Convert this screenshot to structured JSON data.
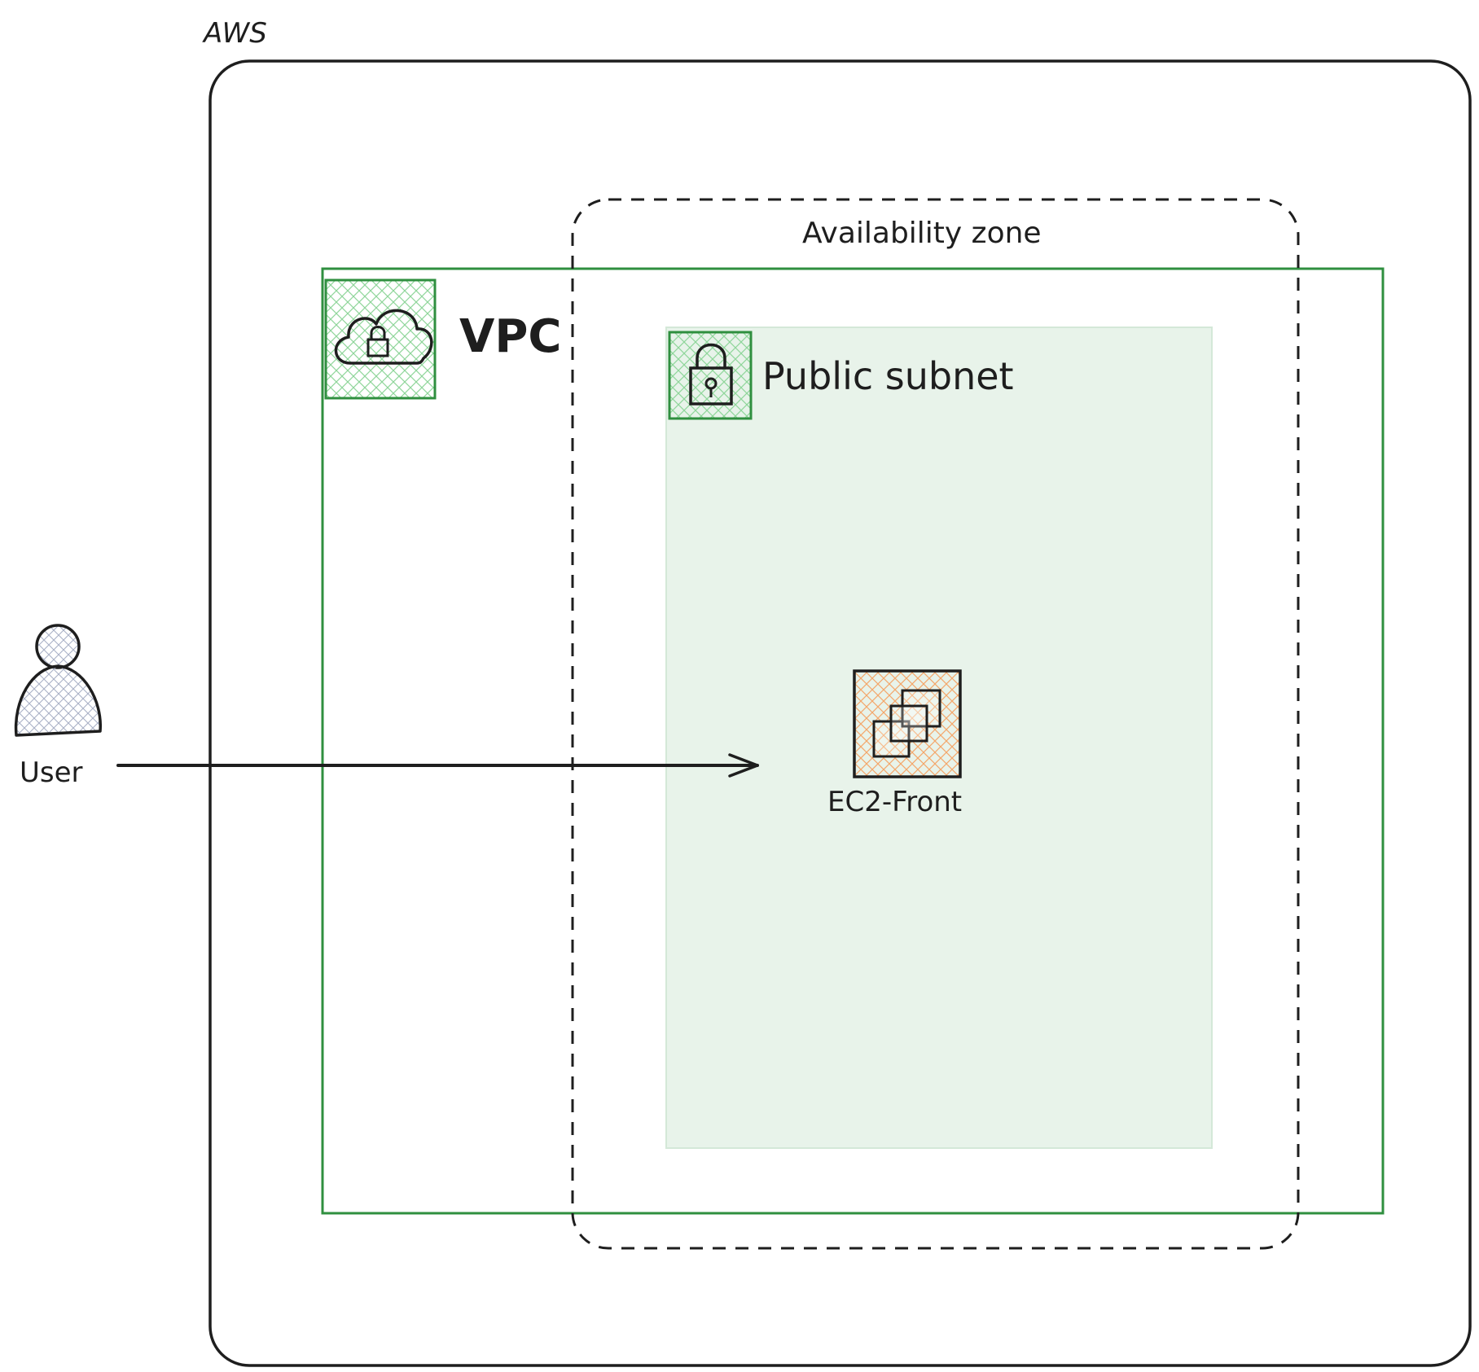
{
  "diagram": {
    "aws_label": "AWS",
    "vpc_label": "VPC",
    "availability_zone_label": "Availability zone",
    "public_subnet_label": "Public subnet",
    "user_label": "User",
    "ec2_label": "EC2-Front",
    "icons": {
      "vpc": "cloud-lock-icon",
      "subnet": "padlock-icon",
      "ec2": "ec2-instance-icon",
      "user": "user-icon"
    },
    "colors": {
      "vpc_border": "#2f8f3f",
      "vpc_icon_hatch": "#8fd69a",
      "subnet_fill": "#e8f3ea",
      "subnet_border": "#d4e8d8",
      "ec2_hatch": "#f4a66a",
      "user_hatch": "#a9b1c6",
      "stroke": "#1e1e1e"
    }
  }
}
